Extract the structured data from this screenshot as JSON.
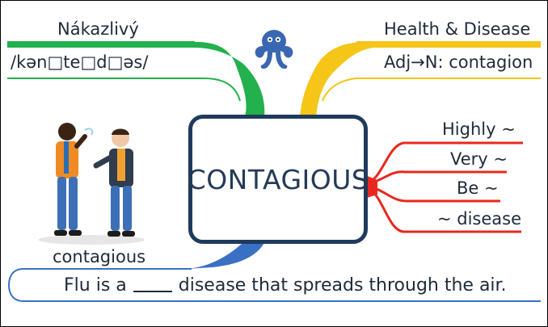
{
  "center_word": "CONTAGIOUS",
  "top_left": {
    "translation": "Nákazlivý",
    "pronunciation": "/kən□te□d□əs/"
  },
  "top_right": {
    "topic": "Health & Disease",
    "derivation": "Adj→N: contagion"
  },
  "collocations": [
    "Highly ~",
    "Very ~",
    "Be ~",
    "~ disease"
  ],
  "image_caption": "contagious",
  "example": {
    "before_blank": "Flu is a",
    "after_blank": "disease that spreads through the air."
  },
  "colors": {
    "left_branch": "#22b14c",
    "right_branch": "#f5c518",
    "collocation_branch": "#e8281e",
    "example_branch": "#3a70c4",
    "center_border": "#1f3a5c",
    "logo": "#3a67b1"
  },
  "icons": [
    "octopus-logo-icon",
    "people-coughing-illustration"
  ]
}
